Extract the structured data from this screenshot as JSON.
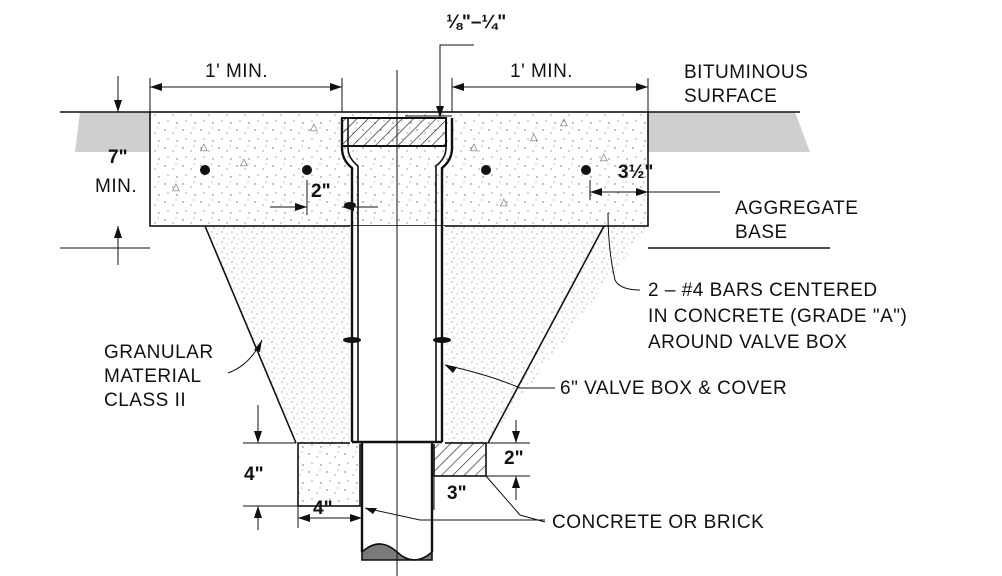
{
  "labels": {
    "top_gap": "⅛\"–¼\"",
    "left_min": "1' MIN.",
    "right_min": "1' MIN.",
    "bituminous_1": "BITUMINOUS",
    "bituminous_2": "SURFACE",
    "seven_in": "7\"",
    "seven_min": "MIN.",
    "two_in_top": "2\"",
    "three_half": "3½\"",
    "aggregate_1": "AGGREGATE",
    "aggregate_2": "BASE",
    "bars_1": "2 – #4 BARS CENTERED",
    "bars_2": "IN CONCRETE (GRADE \"A\")",
    "bars_3": "AROUND VALVE BOX",
    "granular_1": "GRANULAR",
    "granular_2": "MATERIAL",
    "granular_3": "CLASS II",
    "valve_box": "6\" VALVE BOX & COVER",
    "four_in_side": "4\"",
    "four_in_bottom": "4\"",
    "two_in_bottom": "2\"",
    "three_in": "3\"",
    "concrete_brick": "CONCRETE OR BRICK"
  },
  "colors": {
    "line": "#111111",
    "asphalt": "#cfcfcf",
    "concrete": "#f4f4f4",
    "pipe_end": "#7a7a7a"
  }
}
